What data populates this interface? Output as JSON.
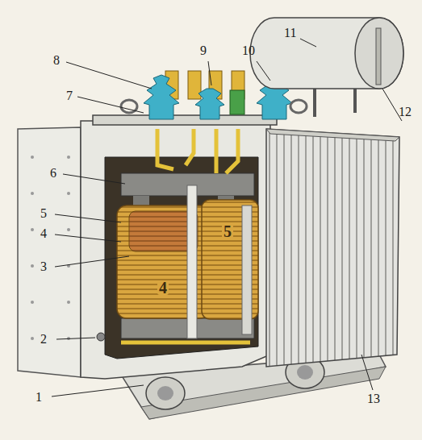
{
  "diagram": {
    "labels": [
      "1",
      "2",
      "3",
      "4",
      "5",
      "6",
      "7",
      "8",
      "9",
      "10",
      "11",
      "12",
      "13",
      "4",
      "5"
    ]
  }
}
